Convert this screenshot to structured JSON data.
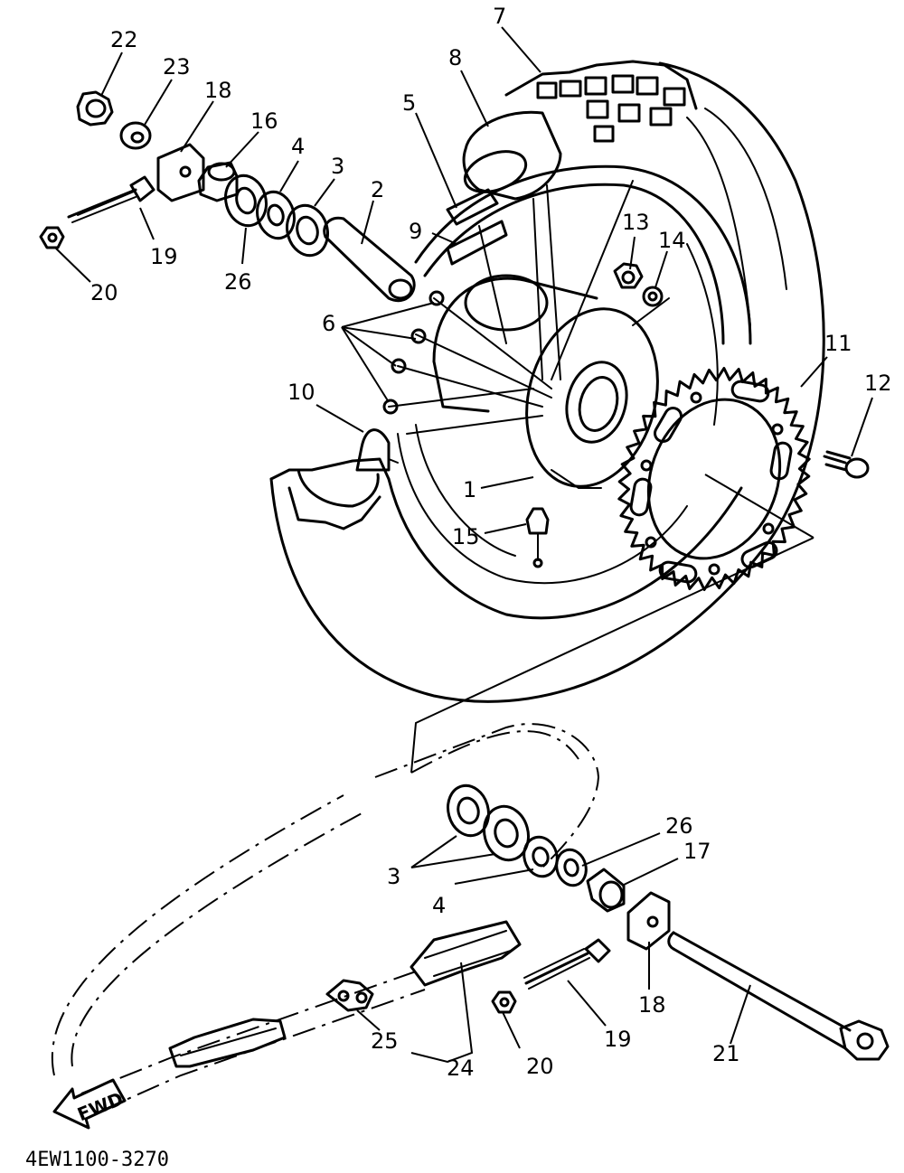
{
  "diagram": {
    "drawing_code": "4EW1100-3270",
    "direction_arrow": "FWD",
    "callouts": [
      "1",
      "2",
      "3",
      "4",
      "5",
      "6",
      "7",
      "8",
      "9",
      "10",
      "11",
      "12",
      "13",
      "14",
      "15",
      "16",
      "17",
      "18",
      "19",
      "20",
      "21",
      "22",
      "23",
      "24",
      "25",
      "26",
      "3",
      "4",
      "26",
      "18",
      "19",
      "20"
    ]
  },
  "colors": {
    "ink": "#000000",
    "paper": "#ffffff"
  }
}
